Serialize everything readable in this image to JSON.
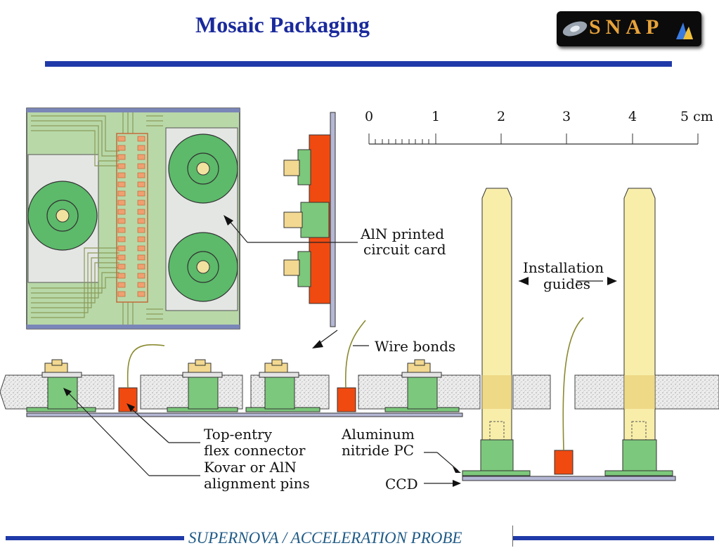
{
  "slide": {
    "title": "Mosaic Packaging",
    "footer": "SUPERNOVA / ACCELERATION PROBE",
    "logo_text": "SNAP"
  },
  "scale": {
    "ticks": [
      "0",
      "1",
      "2",
      "3",
      "4",
      "5 cm"
    ]
  },
  "labels": {
    "aln_card_line1": "AlN printed",
    "aln_card_line2": "circuit card",
    "installation_line1": "Installation",
    "installation_line2": "guides",
    "wire_bonds": "Wire bonds",
    "top_entry_line1": "Top-entry",
    "top_entry_line2": "flex connector",
    "kovar_line1": "Kovar or AlN",
    "kovar_line2": "alignment pins",
    "aluminum_line1": "Aluminum",
    "aluminum_line2": "nitride PC",
    "ccd": "CCD"
  },
  "colors": {
    "title": "#1a2a9c",
    "rule": "#1f3aa8",
    "connector_red": "#f04a10",
    "pin_green": "#7cc87c",
    "board_green": "#b8d8a8",
    "guide_yellow": "#f8eeaa",
    "substrate_gray": "#e8e8e8"
  }
}
